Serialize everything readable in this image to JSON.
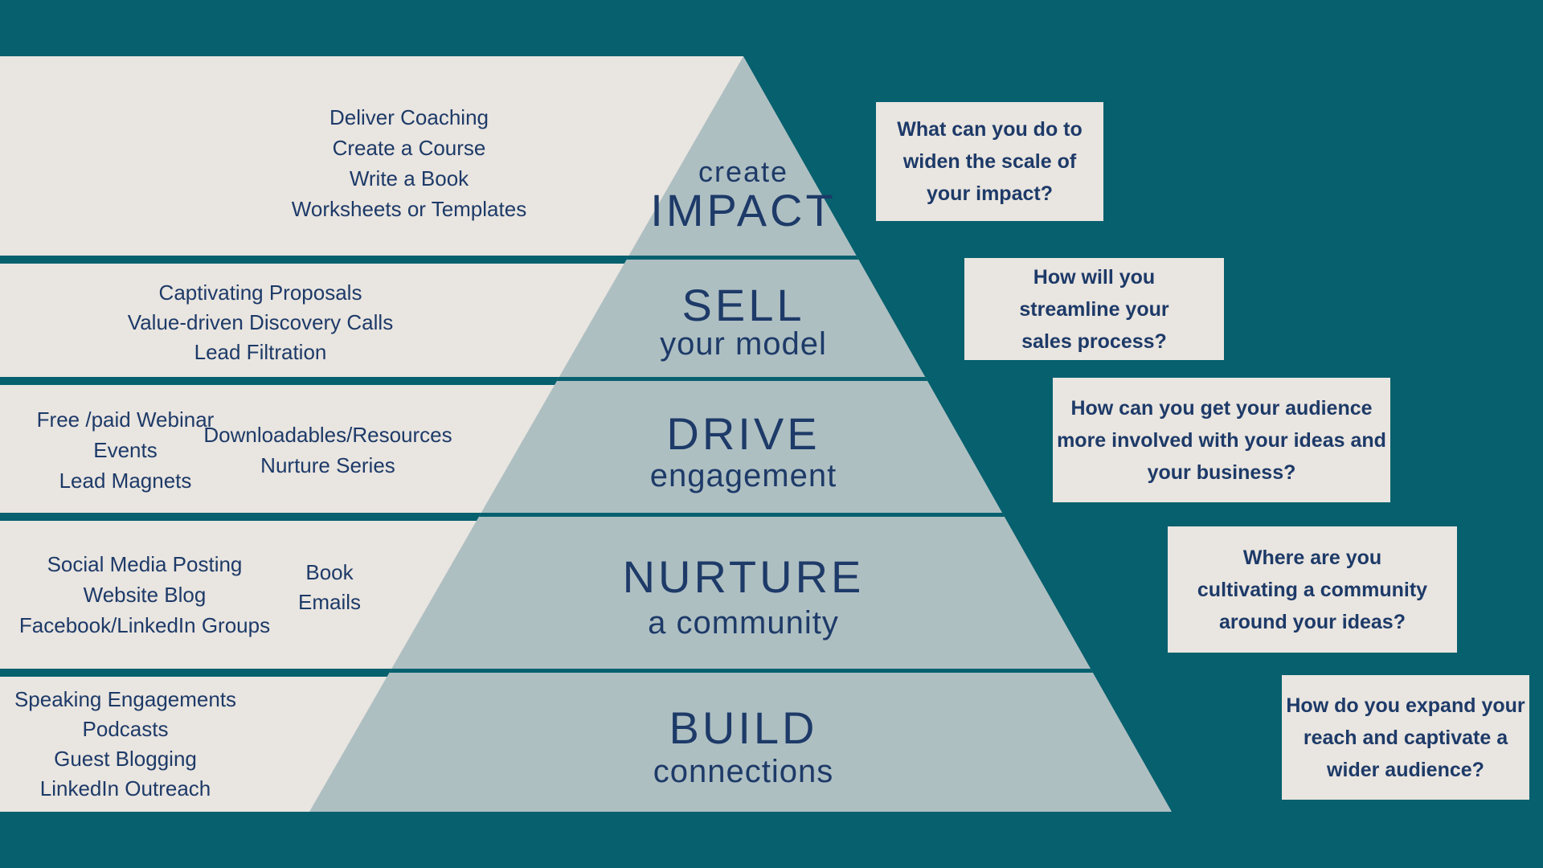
{
  "title": "Create Impact marketing pyramid",
  "colors": {
    "background_teal": "#06606e",
    "band_beige": "#e9e5e0",
    "pyramid_blue_gray": "#aebfc2",
    "text_navy": "#1d3a68"
  },
  "levels": [
    {
      "name": "impact",
      "label_secondary": "create",
      "label_primary": "IMPACT",
      "items_a": [
        "Deliver Coaching",
        "Create a Course",
        "Write a Book",
        "Worksheets or Templates"
      ],
      "items_b": [],
      "question_lines": [
        "What can you do to",
        "widen the scale of",
        "your impact?"
      ]
    },
    {
      "name": "sell",
      "label_primary": "SELL",
      "label_secondary": "your model",
      "items_a": [
        "Captivating Proposals",
        "Value-driven Discovery Calls",
        "Lead Filtration"
      ],
      "items_b": [],
      "question_lines": [
        "How will you",
        "streamline your",
        "sales process?"
      ]
    },
    {
      "name": "drive",
      "label_primary": "DRIVE",
      "label_secondary": "engagement",
      "items_a": [
        "Free /paid Webinar",
        "Events",
        "Lead Magnets"
      ],
      "items_b": [
        "Downloadables/Resources",
        "Nurture Series"
      ],
      "question_lines": [
        "How can you get your audience",
        "more involved with your ideas and",
        "your business?"
      ]
    },
    {
      "name": "nurture",
      "label_primary": "NURTURE",
      "label_secondary": "a community",
      "items_a": [
        "Social Media Posting",
        "Website Blog",
        "Facebook/LinkedIn Groups"
      ],
      "items_b": [
        "Book",
        "Emails"
      ],
      "question_lines": [
        "Where are you",
        "cultivating a community",
        "around your ideas?"
      ]
    },
    {
      "name": "build",
      "label_primary": "BUILD",
      "label_secondary": "connections",
      "items_a": [
        "Speaking Engagements",
        "Podcasts",
        "Guest Blogging",
        "LinkedIn Outreach"
      ],
      "items_b": [],
      "question_lines": [
        "How do you expand your",
        "reach and captivate a",
        "wider audience?"
      ]
    }
  ]
}
